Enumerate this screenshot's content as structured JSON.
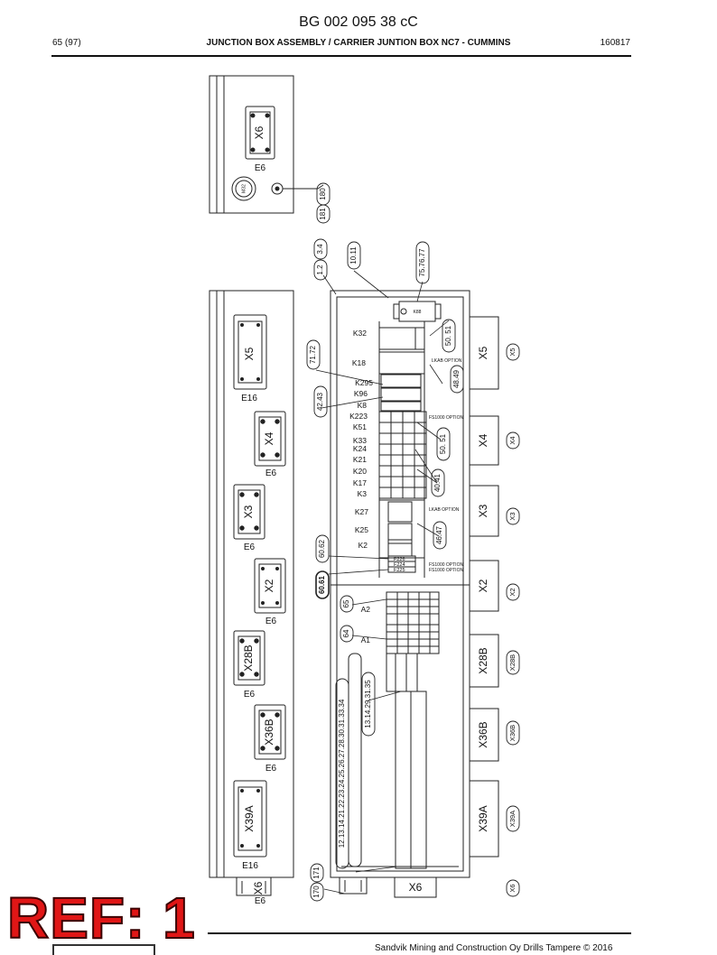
{
  "header": {
    "doc_number": "BG 002 095 38 cC",
    "page": "65 (97)",
    "title": "JUNCTION BOX ASSEMBLY / CARRIER JUNTION BOX NC7 - CUMMINS",
    "date": "160817"
  },
  "footer": {
    "copyright": "Sandvik Mining and Construction Oy Drills Tampere © 2016"
  },
  "stamp": {
    "ref": "REF: 1"
  },
  "drawing": {
    "top_view": {
      "connector": "X6",
      "connector_label": "E6",
      "gland": "M32",
      "callouts": [
        "181",
        "180"
      ]
    },
    "side_view": {
      "connectors": [
        {
          "name": "X5",
          "label": "E16"
        },
        {
          "name": "X4",
          "label": "E6"
        },
        {
          "name": "X3",
          "label": "E6"
        },
        {
          "name": "X2",
          "label": "E6"
        },
        {
          "name": "X28B",
          "label": "E6"
        },
        {
          "name": "X36B",
          "label": "E6"
        },
        {
          "name": "X39A",
          "label": "E16"
        },
        {
          "name": "X6",
          "label": "E6"
        }
      ]
    },
    "panel": {
      "relays": [
        "K32",
        "K18",
        "K295",
        "K96",
        "K8",
        "K223",
        "K51",
        "K33",
        "K24",
        "K21",
        "K20",
        "K17",
        "K3",
        "K27",
        "K25",
        "K2"
      ],
      "top_relay": "K88",
      "modules": [
        "A2",
        "A1"
      ],
      "fuses": [
        "F226",
        "F224",
        "F225"
      ],
      "option_notes": {
        "lkab1": "LKAB OPTION",
        "fs1": "FS1000 OPTION",
        "lkab2": "LKAB OPTION",
        "fs_f224": "FS1000 OPTION",
        "fs_f225": "FS1000 OPTION"
      },
      "bottom_connector": "X6",
      "callouts": {
        "c12": "1.2",
        "c34": "3.4",
        "c1011": "10.11",
        "c757677": "75.76.77",
        "c7172": "71.72",
        "c4243": "42.43",
        "c5051a": "50. 51",
        "c4849": "48.49",
        "c5051b": "50. 51",
        "c4041": "40.41",
        "c4647": "46.47",
        "c6062": "60.62",
        "c6061": "60.61",
        "c65": "65",
        "c64": "64",
        "c_long1": "12.13.14.21.22.23.24.25.26.27.28.30.31.33.34",
        "c_long2": "13.14.29.31.35",
        "c170": "170",
        "c171": "171"
      },
      "right_connectors": [
        {
          "name": "X5",
          "tag": "X5"
        },
        {
          "name": "X4",
          "tag": "X4"
        },
        {
          "name": "X3",
          "tag": "X3"
        },
        {
          "name": "X2",
          "tag": "X2"
        },
        {
          "name": "X28B",
          "tag": "X28B"
        },
        {
          "name": "X36B",
          "tag": "X36B"
        },
        {
          "name": "X39A",
          "tag": "X39A"
        }
      ],
      "bottom_tag": "X6"
    }
  }
}
